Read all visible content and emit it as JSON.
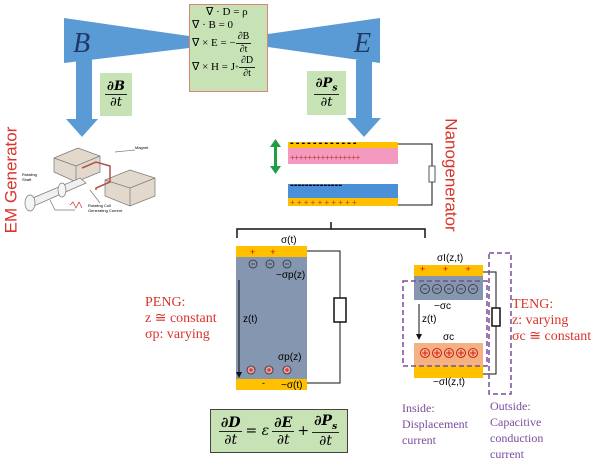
{
  "maxwell": {
    "eq1": "∇ · D = ρ",
    "eq2": "∇ · B = 0",
    "eq3_lhs": "∇ × E = −",
    "eq3_num": "∂B",
    "eq3_den": "∂t",
    "eq4_lhs": "∇ × H = J",
    "eq4_plus": "+",
    "eq4_num": "∂D",
    "eq4_den": "∂t"
  },
  "left": {
    "symbol": "B",
    "term_num": "∂B",
    "term_den": "∂t",
    "label": "EM Generator",
    "image_labels": {
      "magnet": "Magnet",
      "shaft": "Rotating Shaft",
      "coil": "Rotating Coil Generating Current"
    }
  },
  "right": {
    "symbol": "E",
    "term_num": "∂P",
    "term_sub": "s",
    "term_den": "∂t",
    "label": "Nanogenerator",
    "top_plate_charges": "- - - - - - - - - - - -",
    "top_plate_plus": "++++++++++++++++",
    "bottom_plate_minus": "- - - - - - - - - - - - - -",
    "bottom_plate_plus": "+ + + + + + + + + +"
  },
  "peng": {
    "sigma_t": "σ(t)",
    "neg_sigma_p": "−σp(z)",
    "z_t": "z(t)",
    "sigma_p": "σp(z)",
    "neg_sigma_t": "−σ(t)",
    "title": "PENG:",
    "line1": "z ≅ constant",
    "line2": "σp: varying"
  },
  "teng": {
    "sigma_i": "σI(z,t)",
    "neg_sigma_c": "−σc",
    "z_t": "z(t)",
    "sigma_c": "σc",
    "neg_sigma_i": "−σI(z,t)",
    "title": "TENG:",
    "line1": "z: varying",
    "line2": "σc ≅ constant",
    "inside": [
      "Inside:",
      "Displacement",
      "current"
    ],
    "outside": [
      "Outside:",
      "Capacitive",
      "conduction",
      "current"
    ]
  },
  "displacement_eq": {
    "lhs_num": "∂D",
    "lhs_den": "∂t",
    "eq": "= ε",
    "e_num": "∂E",
    "e_den": "∂t",
    "plus": "+",
    "p_num": "∂P",
    "p_sub": "s",
    "p_den": "∂t"
  },
  "colors": {
    "arrow": "#5b9bd5",
    "box": "#c7e3b6",
    "electrode": "#ffc000",
    "pink": "#f49ac1",
    "blue": "#4a90d9",
    "dielectric": "#8496b0",
    "peach": "#f4b183",
    "red_text": "#d9342b",
    "purple": "#7b4c9c"
  }
}
